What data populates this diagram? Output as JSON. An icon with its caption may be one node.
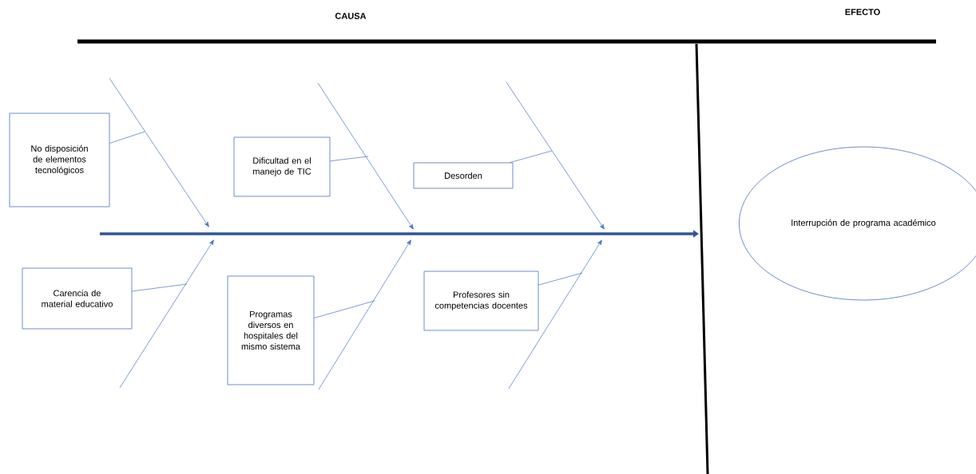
{
  "diagram": {
    "nodes": [
      {
        "text": [
          "No disposición de elementos tecnológicos"
        ]
      },
      {
        "text": [
          "Dificultad en el manejo de TIC"
        ]
      },
      {
        "text": [
          "Desorden"
        ]
      },
      {
        "text": [
          "Carencia de material educativo"
        ]
      },
      {
        "text": [
          "Programas diversos en hospitales del mismo sistema"
        ]
      },
      {
        "text": [
          "Profesores sin competencias docentes"
        ]
      },
      {
        "text": [
          "Interrupción de programa académico"
        ]
      }
    ],
    "edges": [
      {
        "from": 0,
        "to": null,
        "arrow": "none"
      },
      {
        "from": 1,
        "to": null,
        "arrow": "none"
      },
      {
        "from": 2,
        "to": null,
        "arrow": "none"
      },
      {
        "from": 3,
        "to": null,
        "arrow": "none"
      },
      {
        "from": 4,
        "to": null,
        "arrow": "none"
      },
      {
        "from": 5,
        "to": null,
        "arrow": "none"
      }
    ],
    "labels": [
      "CAUSA",
      "EFECTO"
    ]
  }
}
